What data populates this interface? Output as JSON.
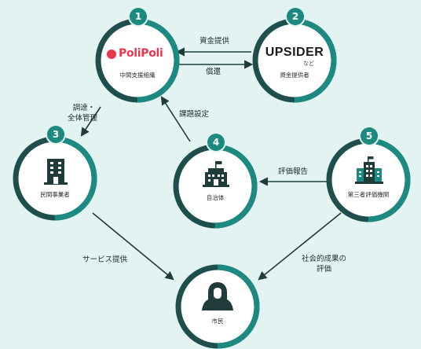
{
  "nodes": {
    "polipoli": {
      "number": "1",
      "logo_text": "PoliPoli",
      "caption": "中間支援組織"
    },
    "upsider": {
      "number": "2",
      "logo_text": "UPSIDER",
      "logo_sub": "など",
      "caption": "資金提供者"
    },
    "private": {
      "number": "3",
      "caption": "民間事業者"
    },
    "municipality": {
      "number": "4",
      "caption": "自治体"
    },
    "evaluator": {
      "number": "5",
      "caption": "第三者評価機関"
    },
    "citizen": {
      "caption": "市民"
    }
  },
  "edges": {
    "funding": "資金提供",
    "repayment": "償還",
    "procurement_line1": "調達・",
    "procurement_line2": "全体管理",
    "issue_setting": "課題設定",
    "evaluation_report": "評価報告",
    "service_provision": "サービス提供",
    "outcome_line1": "社会的成果の",
    "outcome_line2": "評価"
  },
  "colors": {
    "background": "#e3f3f1",
    "accent_teal": "#1c8a80",
    "dark_teal": "#1f4f4c",
    "arrow": "#1f3c3a",
    "polipoli_red": "#e8384f"
  }
}
